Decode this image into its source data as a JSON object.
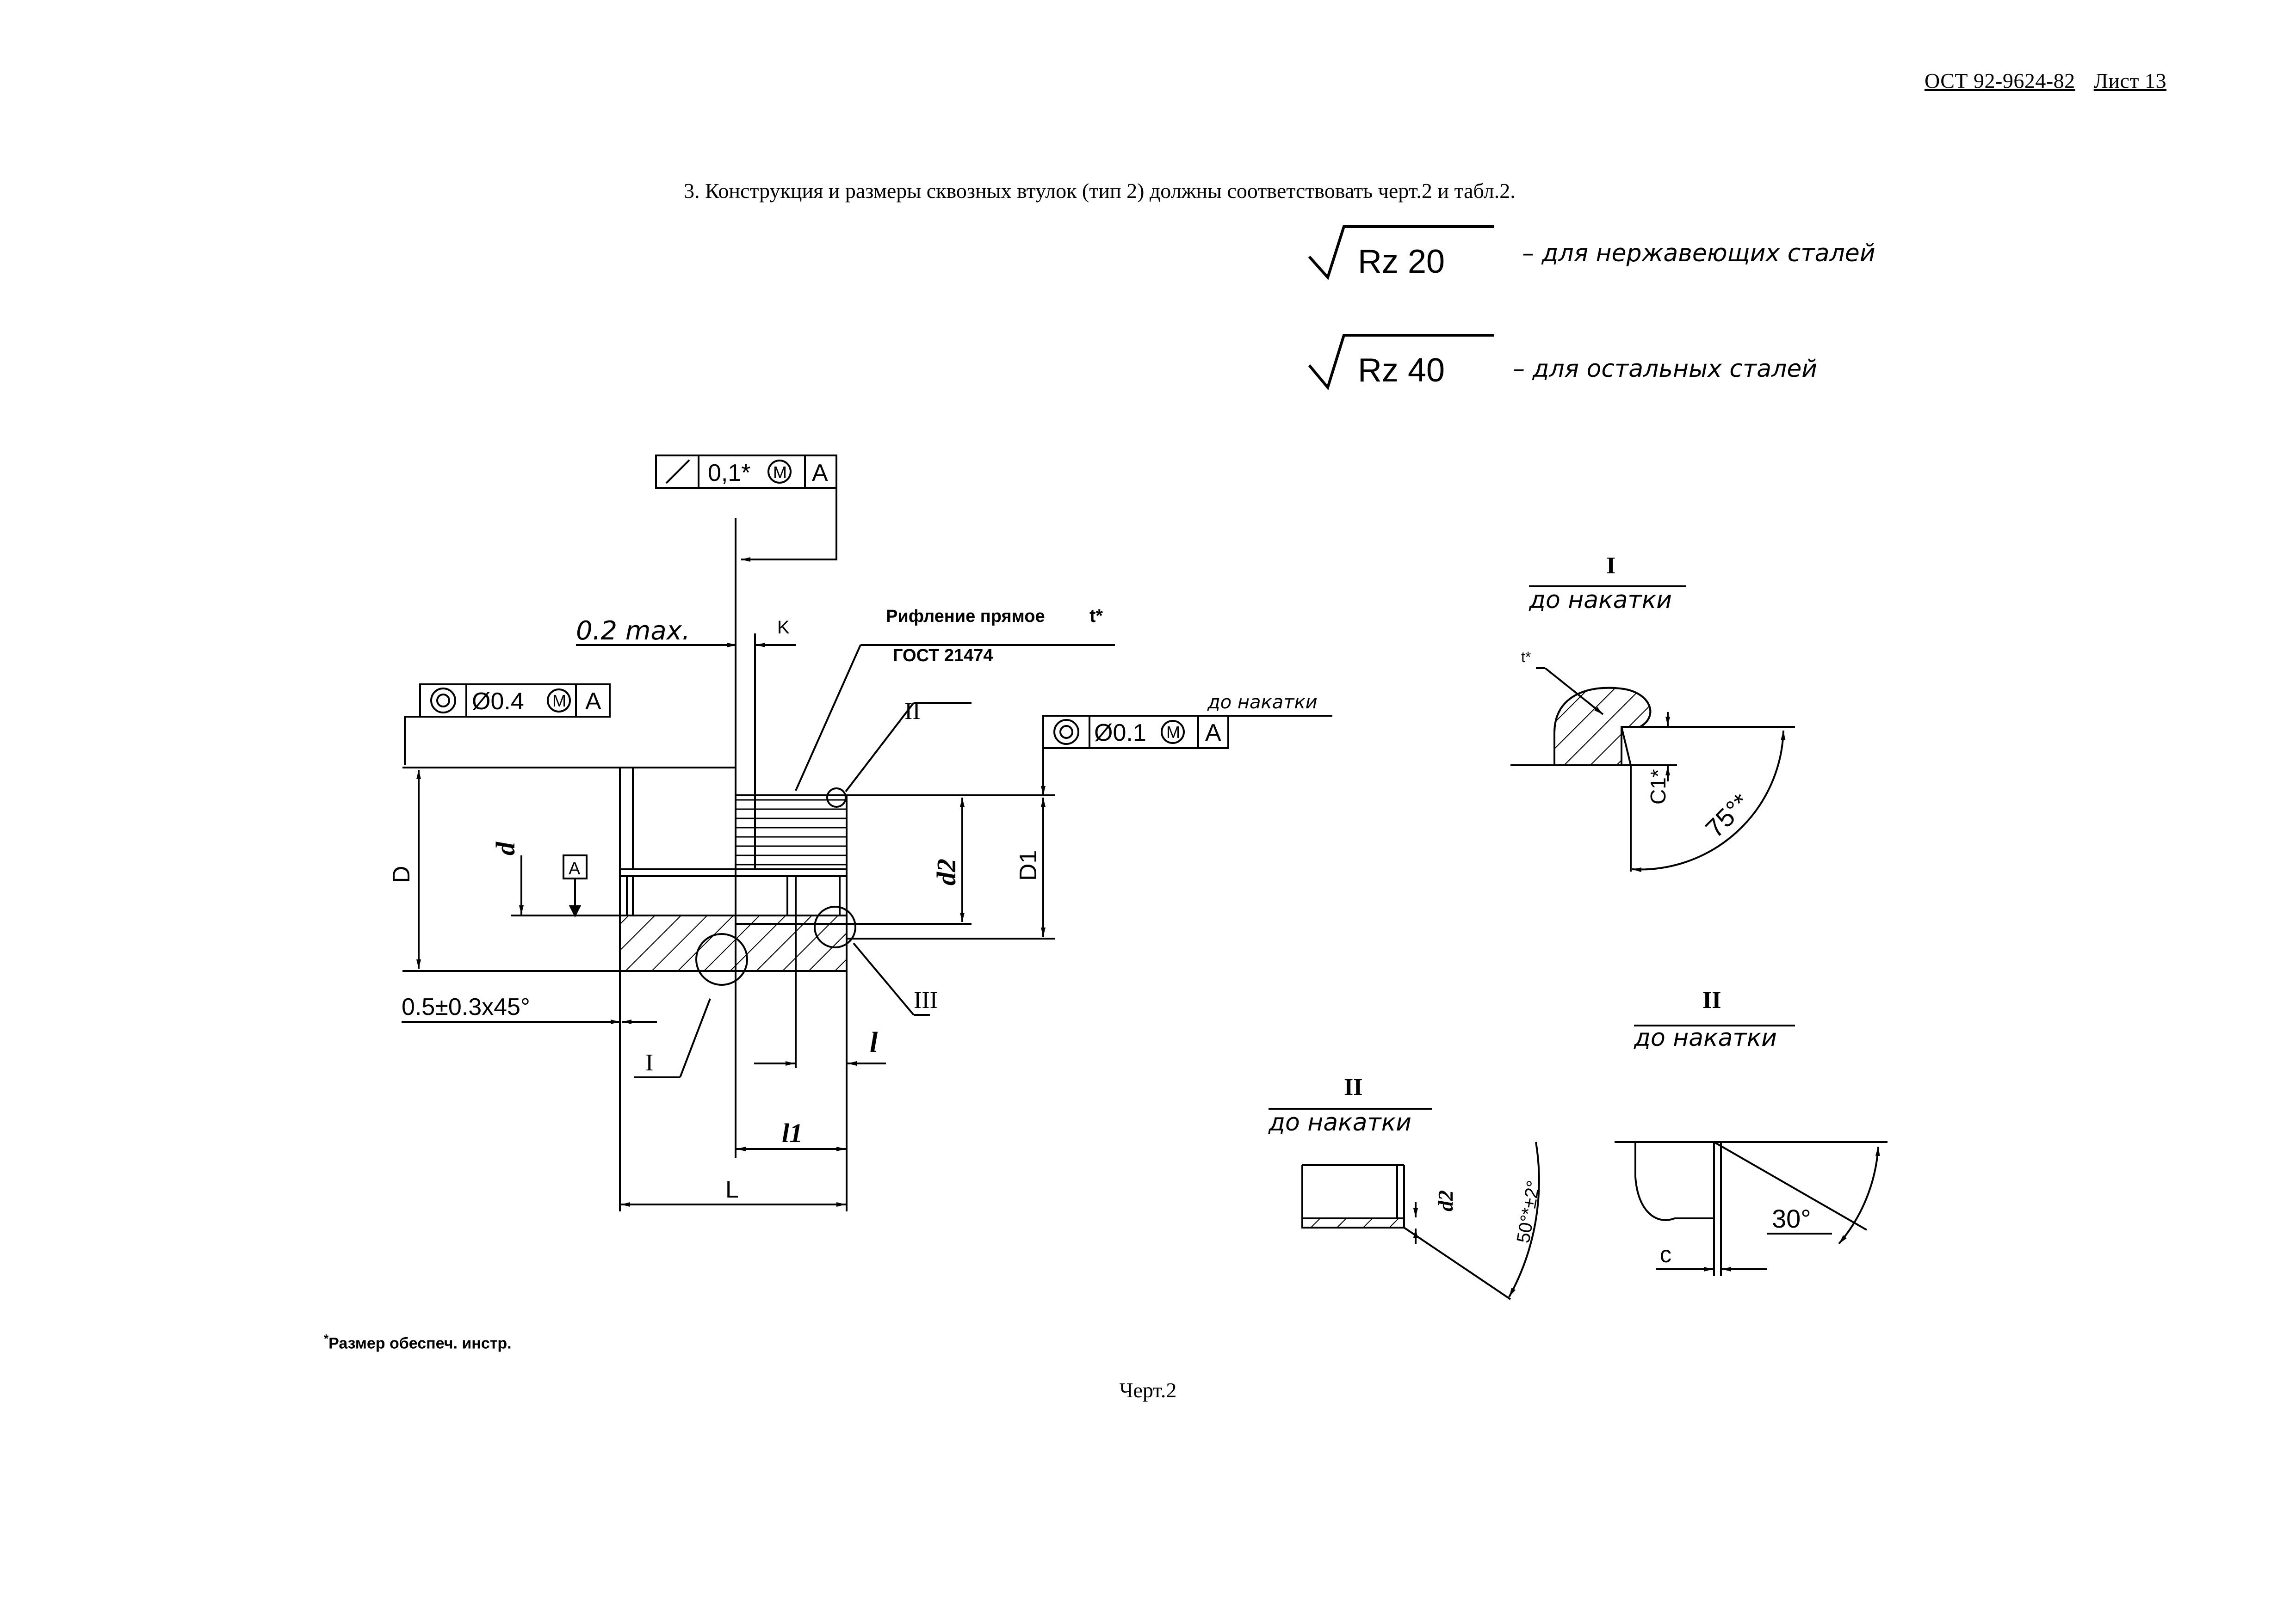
{
  "header": {
    "doc": "ОСТ 92-9624-82",
    "sheet": "Лист 13"
  },
  "intro": "3. Конструкция и размеры сквозных втулок (тип 2) должны соответствовать черт.2 и табл.2.",
  "roughness": [
    {
      "value": "Rz 20",
      "note": "– для нержавеющих сталей"
    },
    {
      "value": "Rz 40",
      "note": "– для остальных сталей"
    }
  ],
  "main_view": {
    "tolerance_runout": {
      "value": "0,1*",
      "modifier": "M",
      "datum": "A"
    },
    "tolerance_conc_outer": {
      "value": "Ø0.4",
      "modifier": "M",
      "datum": "A"
    },
    "tolerance_conc_knurl": {
      "value": "Ø0.1",
      "modifier": "M",
      "datum": "A"
    },
    "label_0_2_max": "0.2 max.",
    "label_k": "K",
    "knurl_note_line1": "Рифление прямое",
    "knurl_note_t": "t*",
    "knurl_note_line2": "ГОСТ 21474",
    "do_nakatki_small": "до накатки",
    "dim_D": "D",
    "dim_d": "d",
    "dim_d2": "d2",
    "dim_D1": "D1",
    "datum_A": "A",
    "chamfer": "0.5±0.3x45°",
    "dim_l": "l",
    "dim_l1": "l1",
    "dim_L": "L",
    "callout_I": "I",
    "callout_II": "II",
    "callout_III": "III"
  },
  "detail_I": {
    "title": "I",
    "subtitle": "до накатки",
    "t_label": "t*",
    "c1": "C1*",
    "angle": "75°*"
  },
  "detail_II_left": {
    "title": "II",
    "subtitle": "до накатки",
    "d2": "d2",
    "angle": "50°*±2°"
  },
  "detail_II_right": {
    "title": "II",
    "subtitle": "до накатки",
    "angle": "30°",
    "c": "c"
  },
  "footnote": {
    "mark": "*",
    "text": "Размер обеспеч. инстр."
  },
  "caption": "Черт.2"
}
